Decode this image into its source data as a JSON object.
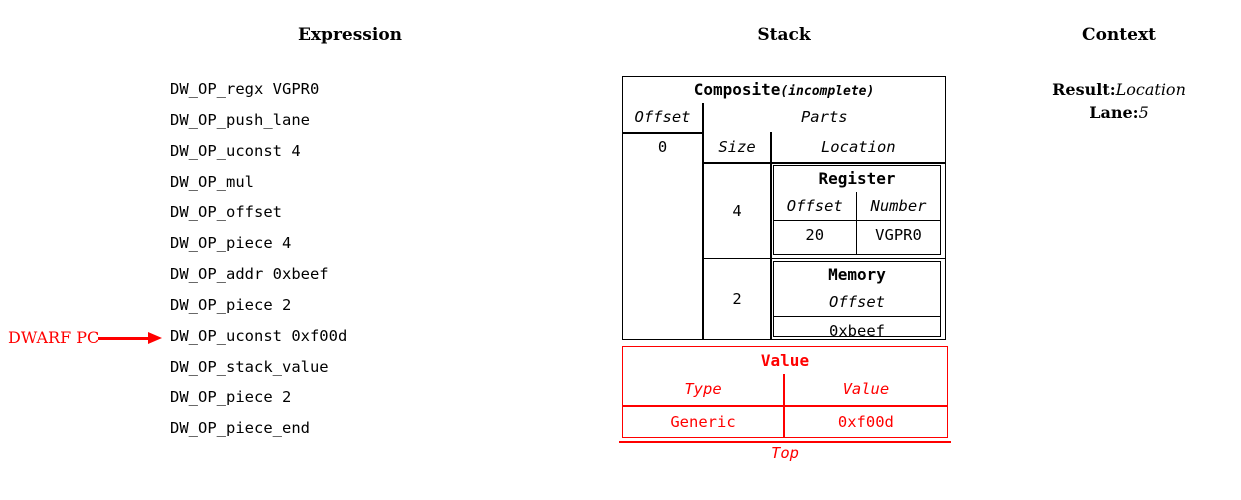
{
  "headers": {
    "expression": "Expression",
    "stack": "Stack",
    "context": "Context"
  },
  "expression": {
    "lines": [
      "DW_OP_regx VGPR0",
      "DW_OP_push_lane",
      "DW_OP_uconst 4",
      "DW_OP_mul",
      "DW_OP_offset",
      "DW_OP_piece 4",
      "DW_OP_addr 0xbeef",
      "DW_OP_piece 2",
      "DW_OP_uconst 0xf00d",
      "DW_OP_stack_value",
      "DW_OP_piece 2",
      "DW_OP_piece_end"
    ],
    "pc_marker": {
      "label": "DWARF PC",
      "color": "#ff0000",
      "points_to_line": "DW_OP_stack_value"
    }
  },
  "stack": {
    "composite": {
      "title_main": "Composite",
      "title_sub": "(incomplete)",
      "offset_header": "Offset",
      "offset_value": "0",
      "parts_header": "Parts",
      "size_header": "Size",
      "location_header": "Location",
      "parts": [
        {
          "size": "4",
          "location": {
            "kind": "Register",
            "columns": [
              "Offset",
              "Number"
            ],
            "values": [
              "20",
              "VGPR0"
            ]
          }
        },
        {
          "size": "2",
          "location": {
            "kind": "Memory",
            "columns": [
              "Offset"
            ],
            "values": [
              "0xbeef"
            ]
          }
        }
      ]
    },
    "value": {
      "title": "Value",
      "columns": [
        "Type",
        "Value"
      ],
      "values": [
        "Generic",
        "0xf00d"
      ],
      "color": "#ff0000",
      "top_label": "Top"
    }
  },
  "context": {
    "entries": [
      {
        "key": "Result:",
        "value": "Location"
      },
      {
        "key": "Lane:",
        "value": "5"
      }
    ]
  }
}
